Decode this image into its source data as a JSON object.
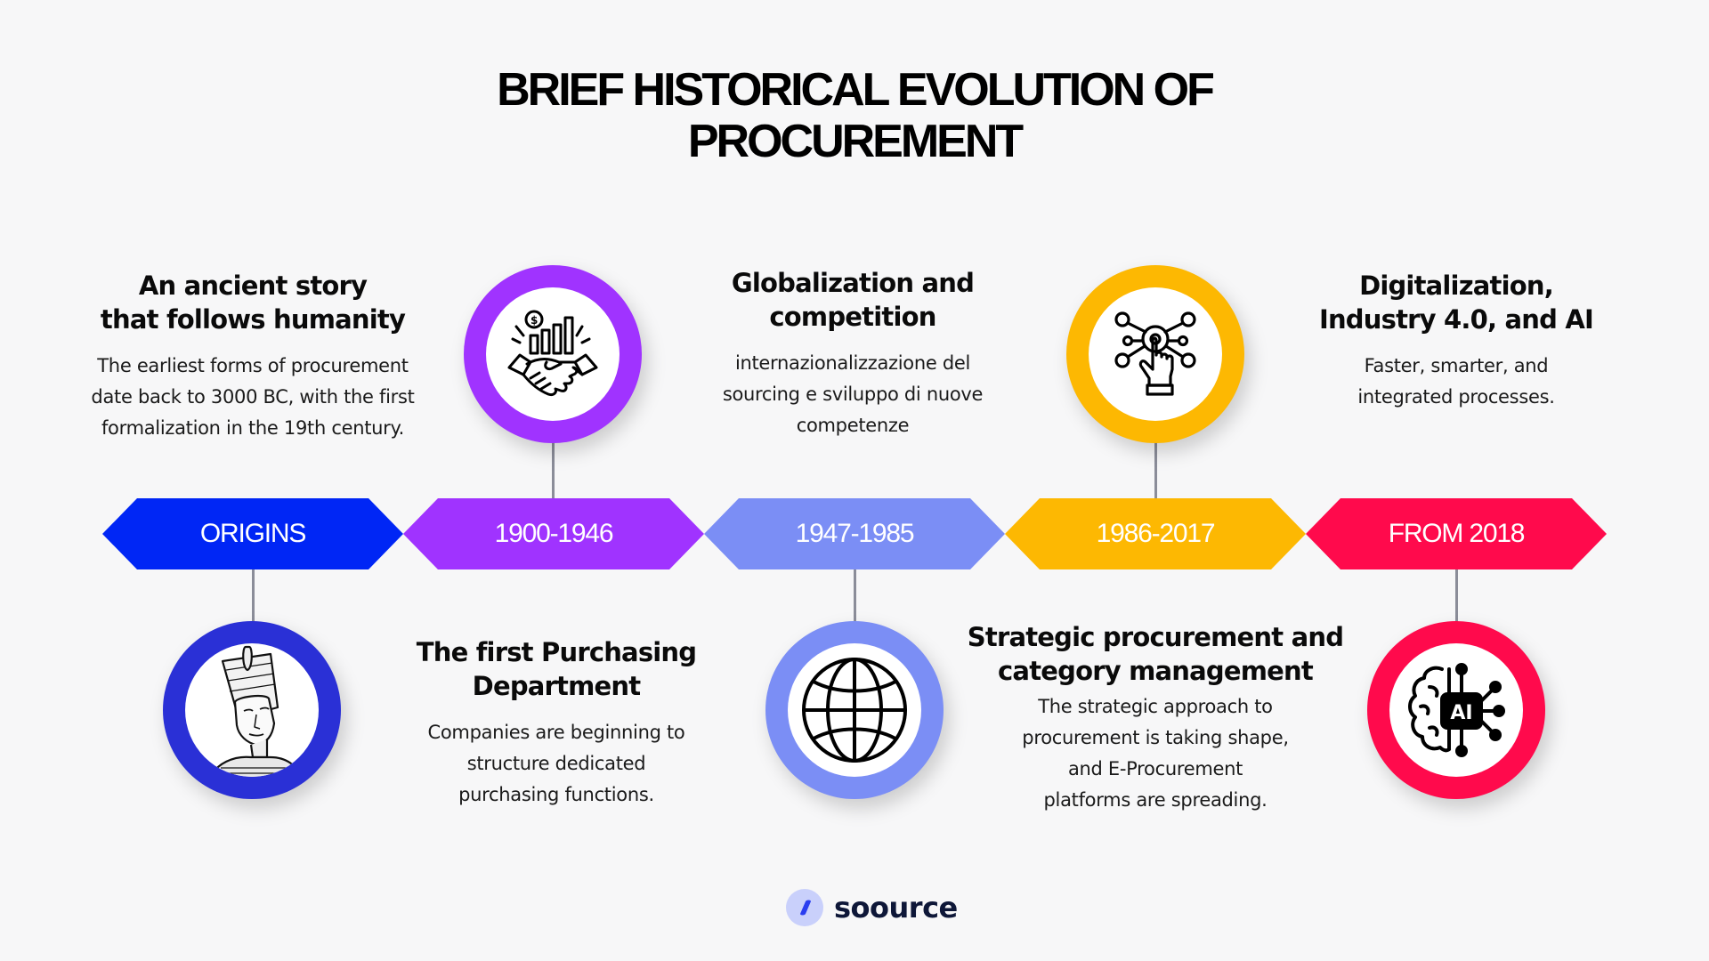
{
  "title": {
    "line1": "BRIEF HISTORICAL EVOLUTION OF",
    "line2": "PROCUREMENT"
  },
  "timeline": [
    {
      "label": "ORIGINS",
      "color": "#0026f5",
      "circle_color": "#2a30d6",
      "icon": "pharaoh-bust-icon",
      "position": "bottom-circle",
      "heading": [
        "An ancient story",
        "that follows humanity"
      ],
      "body": [
        "The earliest forms of procurement",
        "date back to 3000 BC, with the first",
        "formalization in the 19th century."
      ]
    },
    {
      "label": "1900-1946",
      "color": "#a033ff",
      "circle_color": "#a033ff",
      "icon": "handshake-growth-icon",
      "position": "top-circle",
      "heading": [
        "The first Purchasing",
        "Department"
      ],
      "body": [
        "Companies are beginning to",
        "structure dedicated",
        "purchasing functions."
      ]
    },
    {
      "label": "1947-1985",
      "color": "#7b8ef5",
      "circle_color": "#7b8ef5",
      "icon": "globe-icon",
      "position": "bottom-circle",
      "heading": [
        "Globalization and",
        "competition"
      ],
      "body": [
        "internazionalizzazione del",
        "sourcing e sviluppo di nuove",
        "competenze"
      ]
    },
    {
      "label": "1986-2017",
      "color": "#fdb802",
      "circle_color": "#fdb802",
      "icon": "network-touch-icon",
      "position": "top-circle",
      "heading": [
        "Strategic procurement and",
        "category management"
      ],
      "body": [
        "The strategic approach to",
        "procurement is taking shape,",
        "and E-Procurement",
        "platforms are spreading."
      ]
    },
    {
      "label": "FROM 2018",
      "color": "#ff0a4c",
      "circle_color": "#ff0a4c",
      "icon": "ai-brain-icon",
      "position": "bottom-circle",
      "heading": [
        "Digitalization,",
        "Industry 4.0, and AI"
      ],
      "body": [
        "Faster, smarter, and",
        "integrated processes."
      ]
    }
  ],
  "ai_badge_text": "AI",
  "footer": {
    "logo_text": "soource",
    "logo_icon": "soource-logo-icon",
    "logo_color": "#0e1738",
    "logo_mark_color": "#2a3df0"
  }
}
